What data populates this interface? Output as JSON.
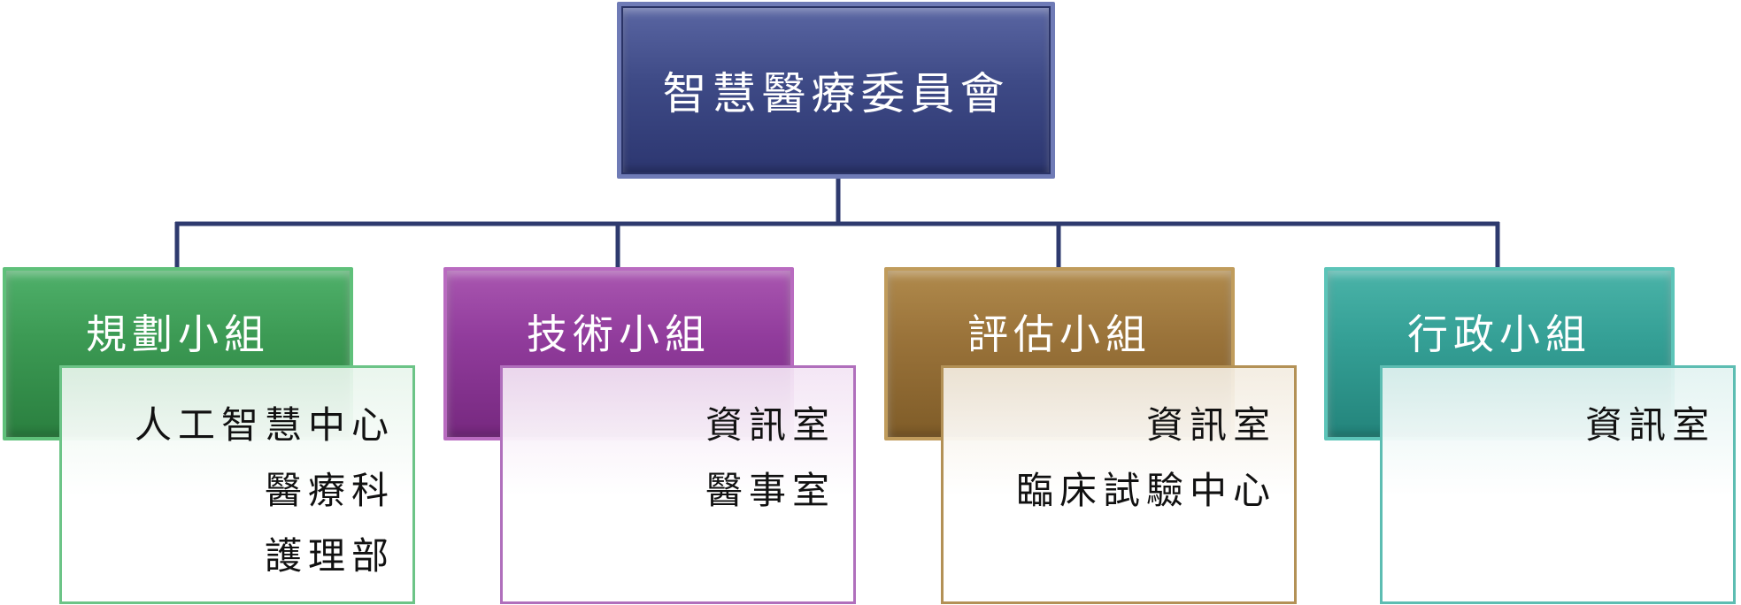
{
  "root": {
    "title": "智慧醫療委員會",
    "color": "#3e4a86"
  },
  "groups": [
    {
      "title": "規劃小組",
      "color": "#3c9a54",
      "members": [
        "人工智慧中心",
        "醫療科",
        "護理部"
      ]
    },
    {
      "title": "技術小組",
      "color": "#913c9c",
      "members": [
        "資訊室",
        "醫事室"
      ]
    },
    {
      "title": "評估小組",
      "color": "#9a733a",
      "members": [
        "資訊室",
        "臨床試驗中心"
      ]
    },
    {
      "title": "行政小組",
      "color": "#35a096",
      "members": [
        "資訊室"
      ]
    }
  ]
}
